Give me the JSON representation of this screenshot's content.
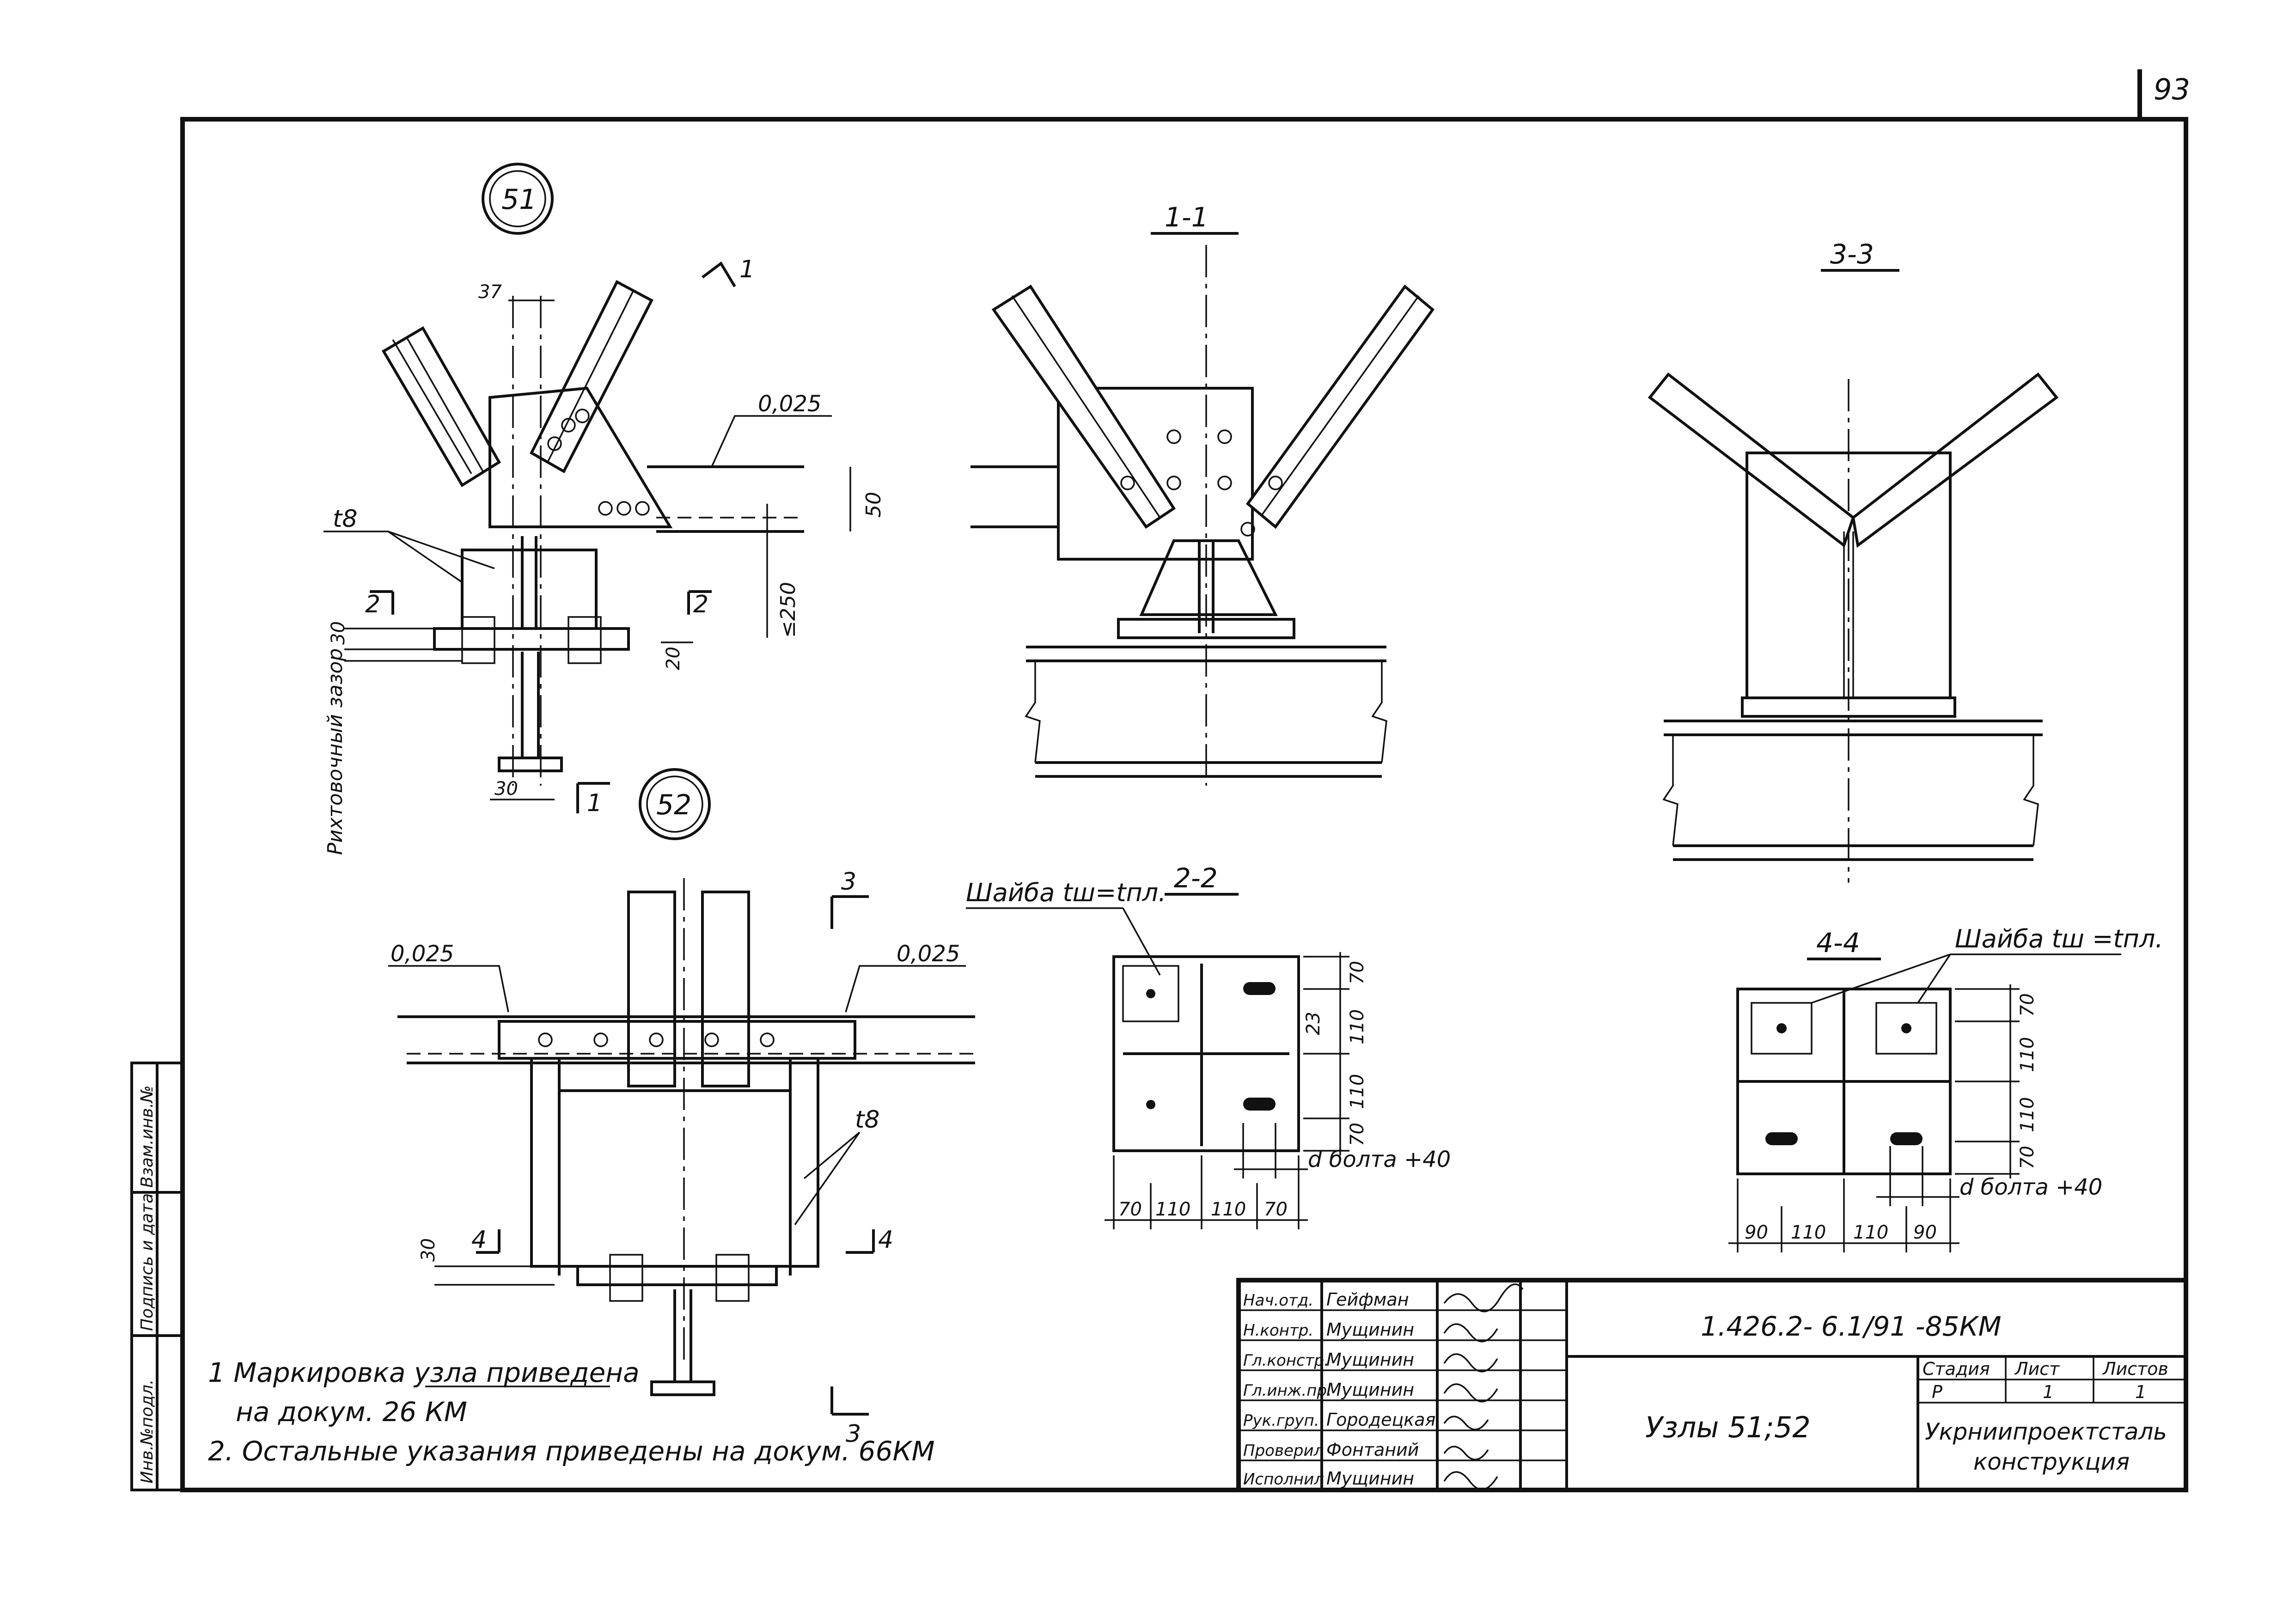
{
  "sheet": {
    "page_number": "93",
    "frame_side_labels": [
      "Инв.№подл.",
      "Подпись и дата",
      "Взам.инв.№"
    ]
  },
  "views": {
    "node_51_label": "51",
    "node_52_label": "52",
    "section_1_1": "1-1",
    "section_2_2": "2-2",
    "section_3_3": "3-3",
    "section_4_4": "4-4",
    "cut_1": "1",
    "cut_2": "2",
    "cut_3": "3",
    "cut_4": "4"
  },
  "dims": {
    "d37": "37",
    "slope": "0,025",
    "d50": "50",
    "d250": "≤250",
    "t8": "t8",
    "d30": "30",
    "d20": "20",
    "rect_gap": "Рихтовочный зазор",
    "d70": "70",
    "d110": "110",
    "d23": "23",
    "d90": "90",
    "bolt": "d болта +40",
    "washer_a": "Шайба tш=tпл.",
    "washer_b": "Шайба tш =tпл."
  },
  "notes": [
    "1 Маркировка узла приведена",
    "на докум. 26 КМ",
    "2. Остальные указания приведены на докум. 66КМ"
  ],
  "title_block": {
    "roles": [
      "Нач.отд.",
      "Н.контр.",
      "Гл.констр.",
      "Гл.инж.пр.",
      "Рук.груп.",
      "Проверил",
      "Исполнил"
    ],
    "names": [
      "Гейфман",
      "Мущинин",
      "Мущинин",
      "Мущинин",
      "Городецкая",
      "Фонтаний",
      "Мущинин"
    ],
    "doc_code": "1.426.2- 6.1/91 -85КМ",
    "title": "Узлы 51;52",
    "stage_label": "Стадия",
    "sheet_label": "Лист",
    "sheets_label": "Листов",
    "stage": "Р",
    "sheet": "1",
    "sheets": "1",
    "org_line1": "Укрниипроектсталь",
    "org_line2": "конструкция"
  }
}
